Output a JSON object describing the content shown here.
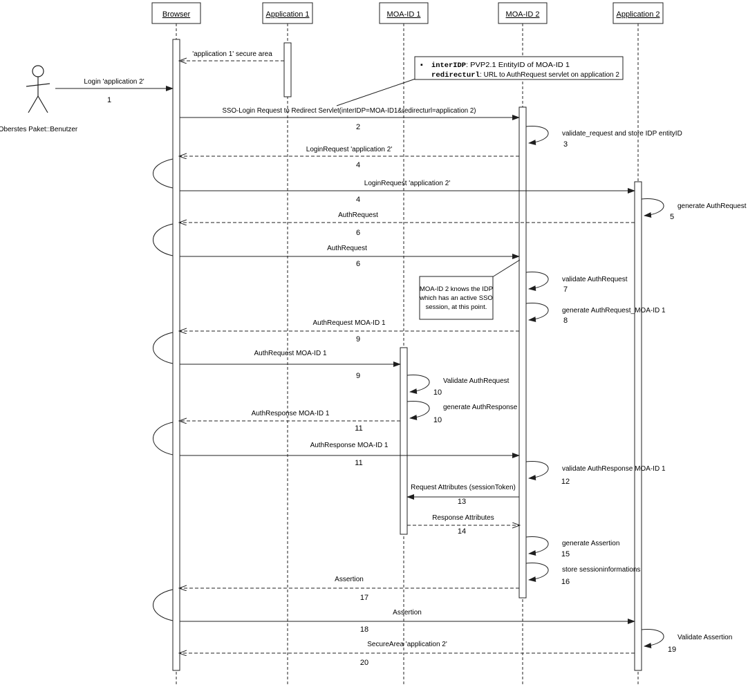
{
  "colors": {
    "line": "#1f1f1f",
    "background": "#ffffff"
  },
  "actor": {
    "label": "Oberstes Paket::Benutzer"
  },
  "lifelines": [
    {
      "label": "Browser"
    },
    {
      "label": "Application 1"
    },
    {
      "label": "MOA-ID 1"
    },
    {
      "label": "MOA-ID 2"
    },
    {
      "label": "Application 2"
    }
  ],
  "notes": {
    "interidp": {
      "bullet": "▪",
      "term1": "interIDP",
      "rest1": ": PVP2.1 EntityID of MOA-ID 1",
      "term2": "redirecturl",
      "rest2": ": URL to AuthRequest servlet on application 2"
    },
    "sso_session": {
      "line1": "MOA-ID 2 knows the IDP",
      "line2": "which has an active SSO",
      "line3": "session, at this point."
    }
  },
  "messages": [
    {
      "label": "'application 1' secure area",
      "num": ""
    },
    {
      "label": "Login 'application 2'",
      "num": "1"
    },
    {
      "label": "SSO-Login Request to Redirect Servlet(interIDP=MOA-ID1&redirecturl=application 2)",
      "num": "2"
    },
    {
      "label": "validate_request and store IDP entityID",
      "num": "3"
    },
    {
      "label": "LoginRequest 'application 2'",
      "num": "4"
    },
    {
      "label": "LoginRequest 'application 2'",
      "num": "4"
    },
    {
      "label": "generate AuthRequest",
      "num": "5"
    },
    {
      "label": "AuthRequest",
      "num": "6"
    },
    {
      "label": "AuthRequest",
      "num": "6"
    },
    {
      "label": "validate AuthRequest",
      "num": "7"
    },
    {
      "label": "generate AuthRequest_MOA-ID 1",
      "num": "8"
    },
    {
      "label": "AuthRequest MOA-ID 1",
      "num": "9"
    },
    {
      "label": "AuthRequest MOA-ID 1",
      "num": "9"
    },
    {
      "label": "Validate AuthRequest",
      "num": "10"
    },
    {
      "label": "generate AuthResponse",
      "num": "10"
    },
    {
      "label": "AuthResponse MOA-ID 1",
      "num": "11"
    },
    {
      "label": "AuthResponse MOA-ID 1",
      "num": "11"
    },
    {
      "label": "validate AuthResponse MOA-ID 1",
      "num": "12"
    },
    {
      "label": "Request Attributes (sessionToken)",
      "num": "13"
    },
    {
      "label": "Response Attributes",
      "num": "14"
    },
    {
      "label": "generate Assertion",
      "num": "15"
    },
    {
      "label": "store sessioninformations",
      "num": "16"
    },
    {
      "label": "Assertion",
      "num": "17"
    },
    {
      "label": "Assertion",
      "num": "18"
    },
    {
      "label": "Validate Assertion",
      "num": "19"
    },
    {
      "label": "SecureArea 'application 2'",
      "num": "20"
    }
  ]
}
